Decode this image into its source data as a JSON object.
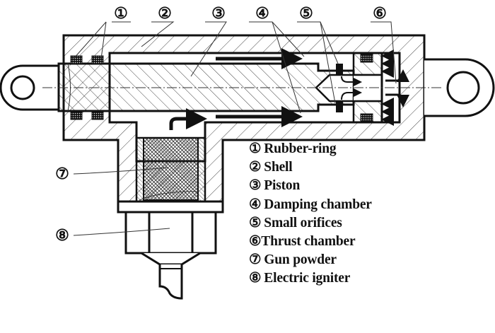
{
  "figure": {
    "type": "cross-section schematic",
    "subject": "Pyrotechnic actuator (piston cylinder with gun powder charge)",
    "centerline": "dash-dot axis"
  },
  "callouts": [
    {
      "id": 1,
      "marker": "①",
      "target": "rubber rings (two pairs)"
    },
    {
      "id": 2,
      "marker": "②",
      "target": "shell"
    },
    {
      "id": 3,
      "marker": "③",
      "target": "piston"
    },
    {
      "id": 4,
      "marker": "④",
      "target": "damping chamber"
    },
    {
      "id": 5,
      "marker": "⑤",
      "target": "small orifices"
    },
    {
      "id": 6,
      "marker": "⑥",
      "target": "thrust chamber"
    },
    {
      "id": 7,
      "marker": "⑦",
      "target": "gun powder"
    },
    {
      "id": 8,
      "marker": "⑧",
      "target": "electric igniter"
    }
  ],
  "legend": {
    "items": [
      {
        "marker": "①",
        "label": "Rubber-ring"
      },
      {
        "marker": "②",
        "label": "Shell"
      },
      {
        "marker": "③",
        "label": "Piston"
      },
      {
        "marker": "④",
        "label": "Damping chamber"
      },
      {
        "marker": "⑤",
        "label": "Small orifices"
      },
      {
        "marker": "⑥",
        "label": "Thrust chamber"
      },
      {
        "marker": "⑦",
        "label": "Gun powder"
      },
      {
        "marker": "⑧",
        "label": "Electric igniter"
      }
    ]
  },
  "colors": {
    "line": "#111111",
    "hatch": "#333333",
    "background": "#ffffff"
  }
}
